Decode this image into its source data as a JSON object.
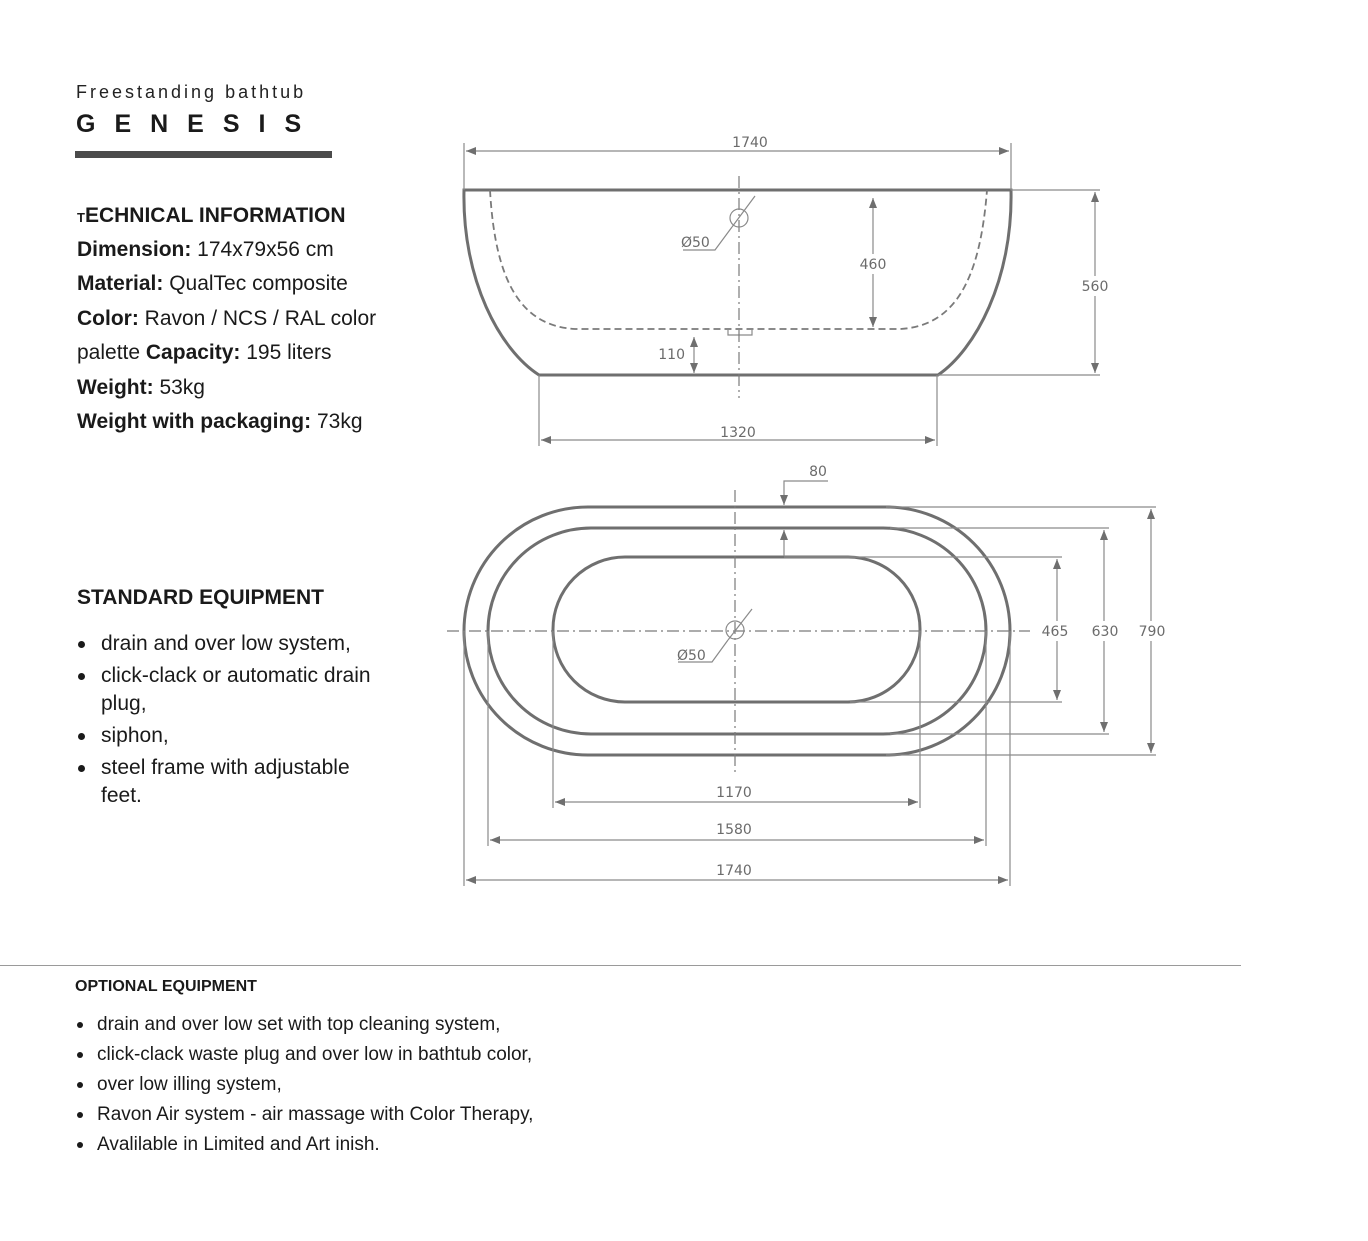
{
  "header": {
    "subtitle": "Freestanding bathtub",
    "product_name": "GENESIS"
  },
  "technical": {
    "heading_first": "T",
    "heading_rest": "ECHNICAL INFORMATION",
    "dimension_label": "Dimension:",
    "dimension_value": " 174x79x56 cm",
    "material_label": "Material:",
    "material_value": " QualTec composite",
    "color_label": "Color:",
    "color_value": " Ravon / NCS / RAL color palette ",
    "capacity_label": "Capacity:",
    "capacity_value": " 195 liters",
    "weight_label": "Weight:",
    "weight_value": " 53kg",
    "weight_pack_label": "Weight with packaging:",
    "weight_pack_value": " 73kg"
  },
  "standard_equipment": {
    "heading": "STANDARD EQUIPMENT",
    "items": [
      "drain and over low system,",
      "click-clack or automatic drain plug,",
      "siphon,",
      "steel frame with adjustable feet."
    ]
  },
  "optional_equipment": {
    "heading": "OPTIONAL EQUIPMENT",
    "items": [
      "drain and over low set with top cleaning system,",
      "click-clack waste plug and over low in bathtub color,",
      "over low  illing system,",
      "Ravon Air system - air massage with Color Therapy,",
      "Avalilable in Limited and Art  inish."
    ]
  },
  "drawing": {
    "side_view": {
      "top_width": "1740",
      "base_width": "1320",
      "inner_depth": "460",
      "total_height": "560",
      "base_height": "110",
      "drain": "Ø50"
    },
    "top_view": {
      "rim_width": "80",
      "inner_length": "1170",
      "mid_length": "1580",
      "outer_length": "1740",
      "inner_width": "465",
      "mid_width": "630",
      "outer_width": "790",
      "drain": "Ø50"
    },
    "line_color": "#6f6f6f"
  }
}
